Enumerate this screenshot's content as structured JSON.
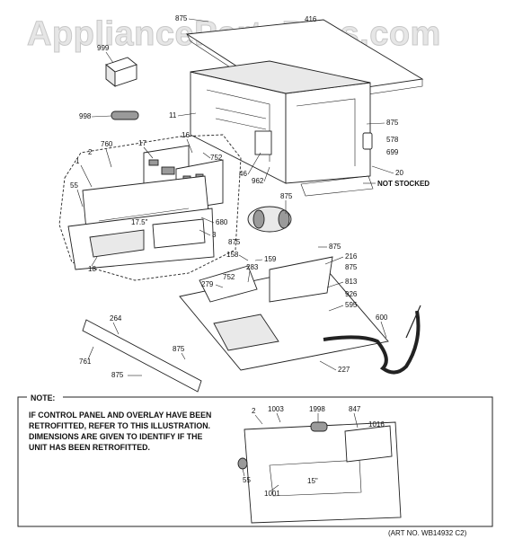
{
  "watermark": "AppliancePartsPros.com",
  "callouts": {
    "c875a": "875",
    "c416": "416",
    "c999": "999",
    "c998": "998",
    "c11": "11",
    "c875b": "875",
    "c578": "578",
    "c699": "699",
    "c20": "20",
    "not_stocked": "NOT STOCKED",
    "c1": "1",
    "c2": "2",
    "c760": "760",
    "c17": "17",
    "c16": "16",
    "c752a": "752",
    "c46": "46",
    "c962": "962",
    "c875c": "875",
    "c55": "55",
    "c680": "680",
    "c3": "3",
    "c18": "18",
    "c875d": "875",
    "c158": "158",
    "c159": "159",
    "c875e": "875",
    "c216": "216",
    "c875f": "875",
    "c752b": "752",
    "c283": "283",
    "c279": "279",
    "c813": "813",
    "c926": "926",
    "c595": "595",
    "c600": "600",
    "c264": "264",
    "c875g": "875",
    "c761": "761",
    "c875h": "875",
    "c227": "227",
    "dim_top": "17.5\""
  },
  "note": {
    "title": "NOTE:",
    "lines": [
      "IF CONTROL PANEL AND OVERLAY HAVE BEEN",
      "RETROFITTED, REFER TO THIS ILLUSTRATION.",
      "DIMENSIONS ARE GIVEN TO IDENTIFY IF THE",
      "UNIT HAS BEEN RETROFITTED."
    ],
    "c2": "2",
    "c1003": "1003",
    "c1998": "1998",
    "c847": "847",
    "c1016": "1016",
    "c55": "55",
    "c1001": "1001",
    "dim": "15\""
  },
  "art_no": "(ART NO. WB14932 C2)"
}
